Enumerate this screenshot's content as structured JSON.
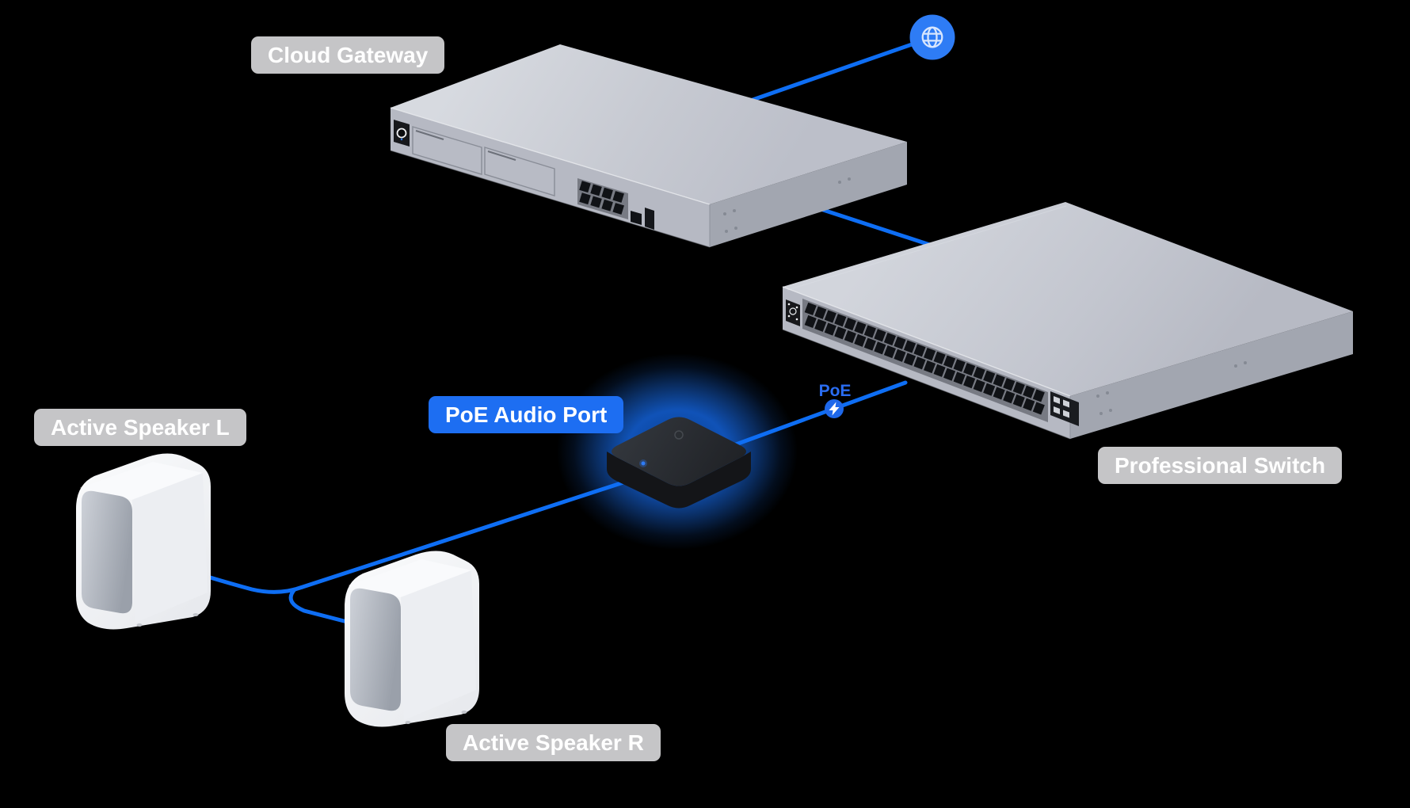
{
  "labels": {
    "cloud_gateway": "Cloud Gateway",
    "professional_switch": "Professional Switch",
    "poe_audio_port": "PoE Audio Port",
    "active_speaker_l": "Active Speaker L",
    "active_speaker_r": "Active Speaker R",
    "poe": "PoE"
  },
  "icons": {
    "internet": "globe-icon",
    "poe_power": "lightning-bolt-icon"
  },
  "colors": {
    "background": "#000000",
    "line-blue": "#0e6ef4",
    "badge-blue": "#1d6ef2",
    "badge-circle-blue": "#1e68ea",
    "globe-blue": "#2e7cf5",
    "poe-blue": "#2a6df2",
    "label-gray": "#c5c5c7",
    "label-text": "#ffffff",
    "silver-top": "#c9ccd4",
    "silver-front": "#b6b9c3",
    "silver-side": "#a2a6b0",
    "port-dark": "#101216",
    "device-black": "#22252a",
    "speaker-white": "#f4f5f7",
    "speaker-grille": "#b3b7c0",
    "glow-blue": "#156ef5"
  },
  "connections": [
    {
      "from": "cloud-gateway",
      "to": "internet",
      "label": ""
    },
    {
      "from": "cloud-gateway",
      "to": "professional-switch",
      "label": ""
    },
    {
      "from": "professional-switch",
      "to": "poe-audio-port",
      "label": "PoE"
    },
    {
      "from": "poe-audio-port",
      "to": "active-speaker-l",
      "label": ""
    },
    {
      "from": "poe-audio-port",
      "to": "active-speaker-r",
      "label": ""
    }
  ]
}
